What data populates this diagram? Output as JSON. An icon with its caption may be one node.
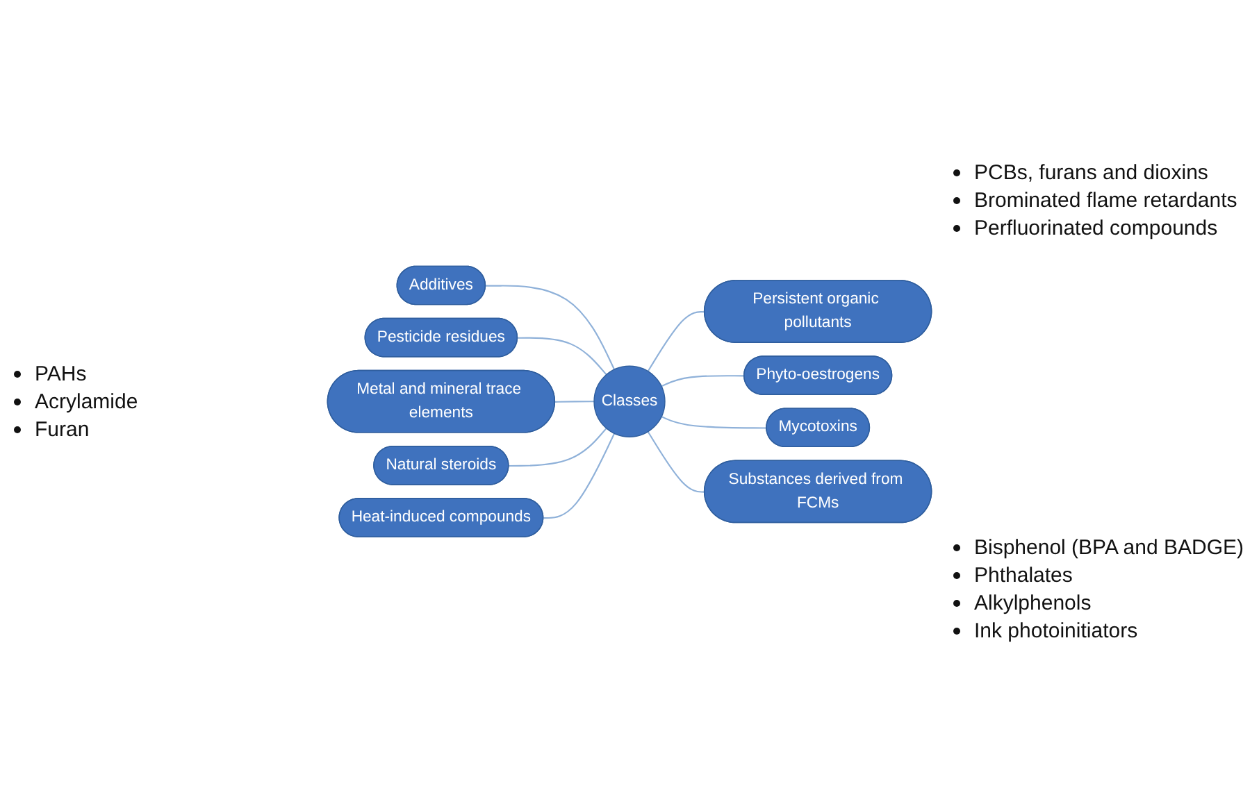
{
  "diagram": {
    "nodes": [
      {
        "text": [
          "Classes"
        ]
      },
      {
        "text": [
          "Additives"
        ]
      },
      {
        "text": [
          "Persistent organic pollutants"
        ],
        "beside": [
          "PCBs, furans and dioxins",
          "Brominated flame retardants",
          "Perfluorinated compounds"
        ]
      },
      {
        "text": [
          "Pesticide residues"
        ]
      },
      {
        "text": [
          "Phyto-oestrogens"
        ]
      },
      {
        "text": [
          "Metal and mineral trace elements"
        ]
      },
      {
        "text": [
          "Mycotoxins"
        ]
      },
      {
        "text": [
          "Natural steroids"
        ]
      },
      {
        "text": [
          "Heat-induced compounds"
        ],
        "beside": [
          "PAHs",
          "Acrylamide",
          "Furan"
        ]
      },
      {
        "text": [
          "Substances derived from FCMs"
        ],
        "beside": [
          "Bisphenol (BPA and BADGE)",
          "Phthalates",
          "Alkylphenols",
          "Ink photoinitiators"
        ]
      }
    ],
    "edges": [
      {
        "from": 0,
        "to": 1,
        "arrow": "none"
      },
      {
        "from": 0,
        "to": 2,
        "arrow": "none"
      },
      {
        "from": 0,
        "to": 3,
        "arrow": "none"
      },
      {
        "from": 0,
        "to": 4,
        "arrow": "none"
      },
      {
        "from": 0,
        "to": 5,
        "arrow": "none"
      },
      {
        "from": 0,
        "to": 6,
        "arrow": "none"
      },
      {
        "from": 0,
        "to": 7,
        "arrow": "none"
      },
      {
        "from": 0,
        "to": 8,
        "arrow": "none"
      },
      {
        "from": 0,
        "to": 9,
        "arrow": "none"
      }
    ]
  }
}
